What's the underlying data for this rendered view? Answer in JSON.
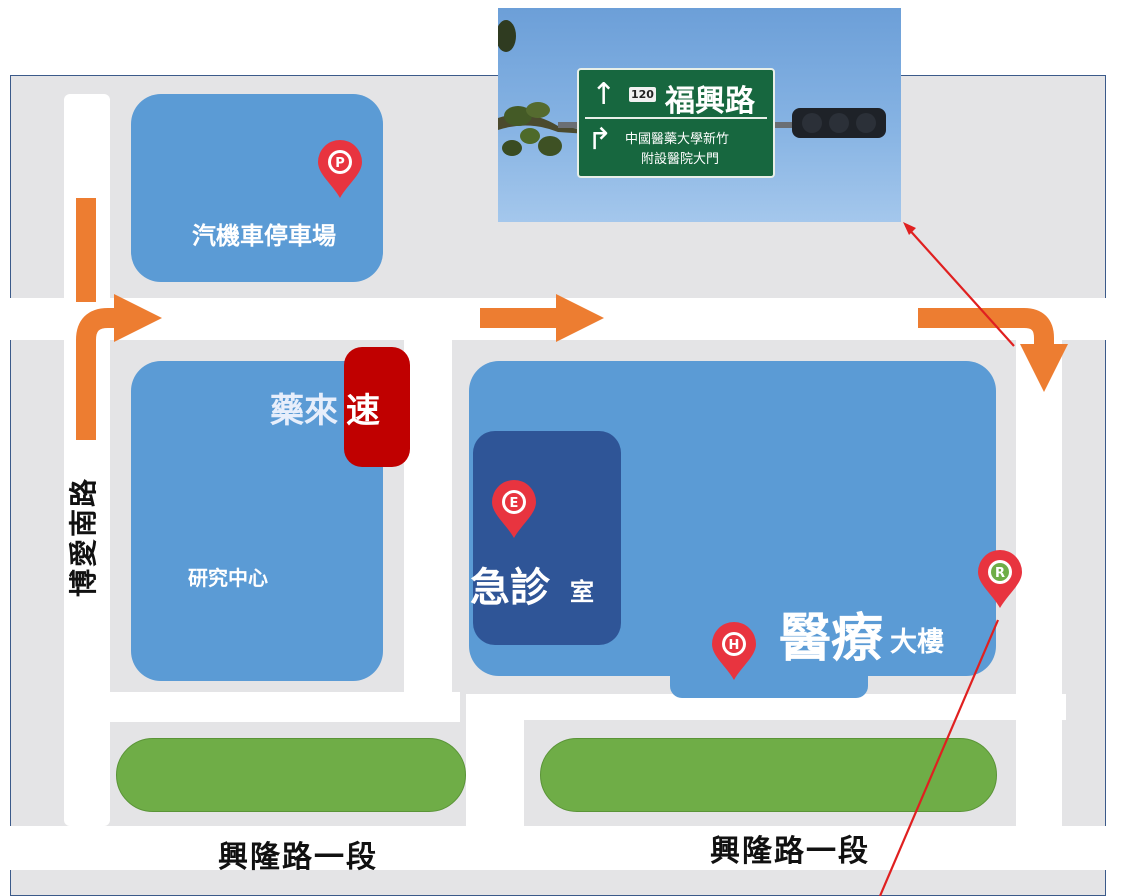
{
  "buildings": {
    "parking": {
      "label": "汽機車停車場",
      "marker": "P"
    },
    "pharmacy": {
      "label_left": "藥來",
      "label_right": "速"
    },
    "research": {
      "label": "研究中心"
    },
    "emergency": {
      "label_main": "急診",
      "label_suffix": "室",
      "marker": "E"
    },
    "medical": {
      "label_main": "醫療",
      "label_suffix": "大樓",
      "marker": "H"
    },
    "entrance_marker": "R"
  },
  "roads": {
    "west": "博愛南路",
    "south_left": "興隆路一段",
    "south_right": "興隆路一段"
  },
  "photo_sign": {
    "route_number": "120",
    "road_name": "福興路",
    "line1": "中國醫藥大學新竹",
    "line2": "附設醫院大門"
  },
  "colors": {
    "building": "#5b9bd5",
    "emergency": "#2f5597",
    "green_space": "#6fad47",
    "pharmacy": "#c00000",
    "marker": "#e8343f",
    "arrow": "#ed7d31",
    "sign": "#17673f"
  }
}
